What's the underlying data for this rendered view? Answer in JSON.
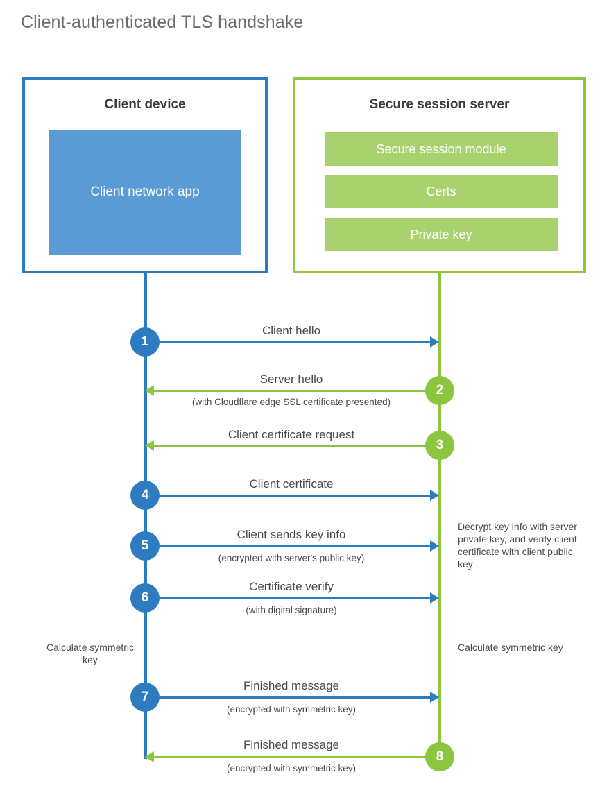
{
  "title": "Client-authenticated TLS handshake",
  "colors": {
    "blue_border": "#2e7cc0",
    "blue_fill": "#5b9bd5",
    "green_border": "#8cc63f",
    "green_fill": "#a9d26f",
    "text": "#4a4a4a",
    "title_text": "#6b6b6b"
  },
  "client_panel": {
    "title": "Client device",
    "app_box_label": "Client network app"
  },
  "server_panel": {
    "title": "Secure session server",
    "bars": [
      {
        "label": "Secure session module"
      },
      {
        "label": "Certs"
      },
      {
        "label": "Private key"
      }
    ]
  },
  "steps": [
    {
      "number": "1",
      "label": "Client hello",
      "sub": "",
      "direction": "client-to-server",
      "color": "blue"
    },
    {
      "number": "2",
      "label": "Server hello",
      "sub": "(with Cloudflare edge SSL certificate presented)",
      "direction": "server-to-client",
      "color": "green"
    },
    {
      "number": "3",
      "label": "Client certificate request",
      "sub": "",
      "direction": "server-to-client",
      "color": "green"
    },
    {
      "number": "4",
      "label": "Client certificate",
      "sub": "",
      "direction": "client-to-server",
      "color": "blue"
    },
    {
      "number": "5",
      "label": "Client sends key info",
      "sub": "(encrypted with server's public key)",
      "direction": "client-to-server",
      "color": "blue"
    },
    {
      "number": "6",
      "label": "Certificate verify",
      "sub": "(with digital signature)",
      "direction": "client-to-server",
      "color": "blue"
    },
    {
      "number": "7",
      "label": "Finished message",
      "sub": "(encrypted with symmetric key)",
      "direction": "client-to-server",
      "color": "blue"
    },
    {
      "number": "8",
      "label": "Finished message",
      "sub": "(encrypted with symmetric key)",
      "direction": "server-to-client",
      "color": "green"
    }
  ],
  "notes": {
    "decrypt": "Decrypt key info with server private key, and verify client certificate with client public key",
    "calculate_symmetric_key_client": "Calculate symmetric key",
    "calculate_symmetric_key_server": "Calculate symmetric key"
  }
}
